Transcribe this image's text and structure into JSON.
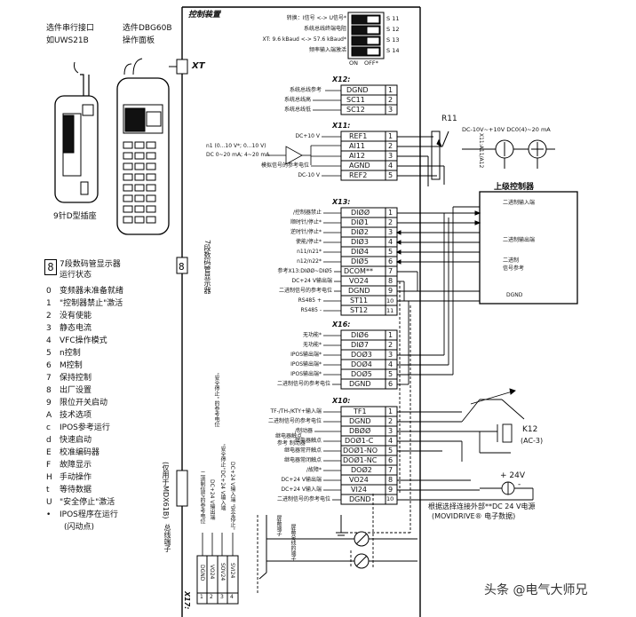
{
  "top_left": {
    "serial_title_1": "选件串行接口",
    "serial_title_2": "如UWS21B",
    "panel_title_1": "选件DBG60B",
    "panel_title_2": "操作面板",
    "connector_label": "9针D型插座"
  },
  "frame": {
    "title": "控制装置",
    "xt_label": "XT",
    "seg_display_caption": "7段数码管显示器"
  },
  "switches": {
    "rows": [
      {
        "text": "转换：I信号 <-> U信号*",
        "id": "S 11"
      },
      {
        "text": "系统总线终端电阻",
        "id": "S 12"
      },
      {
        "text": "XT: 9.6 kBaud <-> 57.6 kBaud*",
        "id": "S 13"
      },
      {
        "text": "频率输入端激活",
        "id": "S 14"
      }
    ],
    "on": "ON",
    "off": "OFF*"
  },
  "x12": {
    "name": "X12:",
    "rows": [
      {
        "desc": "系统总线参考",
        "sig": "DGND",
        "pin": "1"
      },
      {
        "desc": "系统总线高",
        "sig": "SC11",
        "pin": "2"
      },
      {
        "desc": "系统总线低",
        "sig": "SC12",
        "pin": "3"
      }
    ]
  },
  "x11": {
    "name": "X11:",
    "rows": [
      {
        "desc": "DC+10 V",
        "sig": "REF1",
        "pin": "1"
      },
      {
        "desc": "",
        "sig": "AI11",
        "pin": "2"
      },
      {
        "desc": "",
        "sig": "AI12",
        "pin": "3"
      },
      {
        "desc": "模拟信号的参考电位",
        "sig": "AGND",
        "pin": "4"
      },
      {
        "desc": "DC-10 V",
        "sig": "REF2",
        "pin": "5"
      }
    ],
    "n1_line1": "n1 (0...10 V*; 0...10 V)",
    "n1_line2": "DC 0~20 mA; 4~20 mA",
    "r11": "R11",
    "source_text": "DC-10V~+10V DC0(4)~20 mA",
    "x11_side": "X11:A11/A12"
  },
  "x13": {
    "name": "X13:",
    "rows": [
      {
        "desc": "/控制器禁止",
        "sig": "DIØØ",
        "pin": "1"
      },
      {
        "desc": "顺时针/停止*",
        "sig": "DIØ1",
        "pin": "2"
      },
      {
        "desc": "逆时针/停止*",
        "sig": "DIØ2",
        "pin": "3"
      },
      {
        "desc": "使能/停止*",
        "sig": "DIØ3",
        "pin": "4"
      },
      {
        "desc": "n11/n21*",
        "sig": "DIØ4",
        "pin": "5"
      },
      {
        "desc": "n12/n22*",
        "sig": "DIØ5",
        "pin": "6"
      },
      {
        "desc": "参考X13:DIØØ~DIØ5",
        "sig": "DCOM**",
        "pin": "7"
      },
      {
        "desc": "DC+24 V输出端",
        "sig": "VO24",
        "pin": "8"
      },
      {
        "desc": "二进制信号的参考电位",
        "sig": "DGND",
        "pin": "9"
      },
      {
        "desc": "RS485 +",
        "sig": "ST11",
        "pin": "10"
      },
      {
        "desc": "RS485 -",
        "sig": "ST12",
        "pin": "11"
      }
    ]
  },
  "x16": {
    "name": "X16:",
    "rows": [
      {
        "desc": "无功能*",
        "sig": "DIØ6",
        "pin": "1"
      },
      {
        "desc": "无功能*",
        "sig": "DIØ7",
        "pin": "2"
      },
      {
        "desc": "IPOS输出端*",
        "sig": "DOØ3",
        "pin": "3"
      },
      {
        "desc": "IPOS输出端*",
        "sig": "DOØ4",
        "pin": "4"
      },
      {
        "desc": "IPOS输出端*",
        "sig": "DOØ5",
        "pin": "5"
      },
      {
        "desc": "二进制信号的参考电位",
        "sig": "DGND",
        "pin": "6"
      }
    ]
  },
  "x10": {
    "name": "X10:",
    "rows": [
      {
        "desc": "TF-/TH-/KTY+输入端",
        "sig": "TF1",
        "pin": "1"
      },
      {
        "desc": "二进制信号的参考电位",
        "sig": "DGND",
        "pin": "2"
      },
      {
        "desc": "/制动器",
        "sig": "DBØØ",
        "pin": "3"
      },
      {
        "desc": "继电器触点",
        "sig": "DOØ1-C",
        "pin": "4"
      },
      {
        "desc": "继电器常开触点",
        "sig": "DOØ1-NO",
        "pin": "5"
      },
      {
        "desc": "继电器常闭触点",
        "sig": "DOØ1-NC",
        "pin": "6"
      },
      {
        "desc": "/故障*",
        "sig": "DOØ2",
        "pin": "7"
      },
      {
        "desc": "DC+24 V输出端",
        "sig": "VO24",
        "pin": "8"
      },
      {
        "desc": "DC+24 V输入端",
        "sig": "VI24",
        "pin": "9"
      },
      {
        "desc": "二进制信号的参考电位",
        "sig": "DGND",
        "pin": "10"
      }
    ],
    "relay_desc_1": "继电器触点",
    "relay_desc_2": "参考 制动器",
    "k12": "K12",
    "ac3": "(AC-3)",
    "v24": "+ 24V",
    "v24_minus": "-",
    "ps_note_1": "根据选择连接外部**DC 24 V电源",
    "ps_note_2": "(MOVIDRIVE® 电子数据)"
  },
  "plc": {
    "title": "上级控制器",
    "in_label": "二进制输入端",
    "out_label": "二进制输出端",
    "ref_1": "二进制",
    "ref_2": "信号参考",
    "dgnd": "DGND"
  },
  "x17": {
    "name": "X17:",
    "pins": [
      {
        "sig": "DGND",
        "pin": "1",
        "desc": "二进制信号的参考电位"
      },
      {
        "sig": "VO24",
        "pin": "2",
        "desc": "DC+24 V输出端"
      },
      {
        "sig": "SOV24",
        "pin": "3",
        "desc": "\"安全停止\"DC+24 V输入端"
      },
      {
        "sig": "SVI24",
        "pin": "4",
        "desc": "DC+24 V输入端 \"安全停止\""
      }
    ],
    "safe_ref": "\"安全停止\" 的参考电位",
    "only_for": "(仅用于MDX61B)",
    "ground_label": "总线端子",
    "shield_label": "屏蔽总线的端子",
    "earth_label": "屏蔽端子"
  },
  "status_table": {
    "header_1": "7段数码管显示器",
    "header_2": "运行状态",
    "rows": [
      {
        "code": "0",
        "desc": "变频器未准备就绪"
      },
      {
        "code": "1",
        "desc": "\"控制器禁止\"激活"
      },
      {
        "code": "2",
        "desc": "没有使能"
      },
      {
        "code": "3",
        "desc": "静态电流"
      },
      {
        "code": "4",
        "desc": "VFC操作模式"
      },
      {
        "code": "5",
        "desc": "n控制"
      },
      {
        "code": "6",
        "desc": "M控制"
      },
      {
        "code": "7",
        "desc": "保持控制"
      },
      {
        "code": "8",
        "desc": "出厂设置"
      },
      {
        "code": "9",
        "desc": "限位开关启动"
      },
      {
        "code": "A",
        "desc": "技术选项"
      },
      {
        "code": "c",
        "desc": "IPOS参考运行"
      },
      {
        "code": "d",
        "desc": "快速启动"
      },
      {
        "code": "E",
        "desc": "校准编码器"
      },
      {
        "code": "F",
        "desc": "故障显示"
      },
      {
        "code": "H",
        "desc": "手动操作"
      },
      {
        "code": "t",
        "desc": "等待数据"
      },
      {
        "code": "U",
        "desc": "\"安全停止\"激活"
      },
      {
        "code": "•",
        "desc": "IPOS程序在运行"
      }
    ],
    "last_note": "(闪动点)"
  },
  "watermark": "头条 @电气大师兄"
}
